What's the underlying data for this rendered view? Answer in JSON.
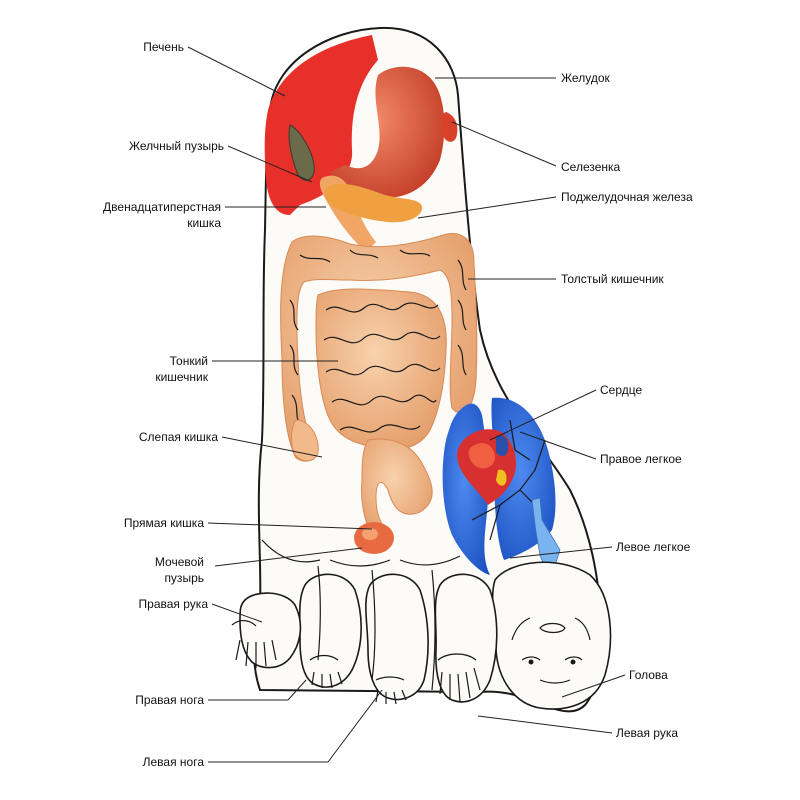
{
  "labels": {
    "liver": "Печень",
    "stomach": "Желудок",
    "gallbladder": "Желчный пузырь",
    "spleen": "Селезенка",
    "duodenum_1": "Двенадцатиперстная",
    "duodenum_2": "кишка",
    "pancreas": "Поджелудочная железа",
    "large_intestine": "Толстый кишечник",
    "small_intestine_1": "Тонкий",
    "small_intestine_2": "кишечник",
    "heart": "Сердце",
    "cecum": "Слепая кишка",
    "right_lung": "Правое легкое",
    "rectum": "Прямая кишка",
    "left_lung": "Левое легкое",
    "bladder_1": "Мочевой",
    "bladder_2": "пузырь",
    "right_arm": "Правая рука",
    "head": "Голова",
    "right_leg": "Правая нога",
    "left_arm": "Левая рука",
    "left_leg": "Левая нога"
  },
  "colors": {
    "liver": "#e8302a",
    "stomach": "#e0533a",
    "pancreas": "#f0a040",
    "intestine": "#f2b98a",
    "intestine_shade": "#d98a55",
    "lungs": "#2f6fe0",
    "heart": "#d83030",
    "bladder": "#e86a40"
  }
}
